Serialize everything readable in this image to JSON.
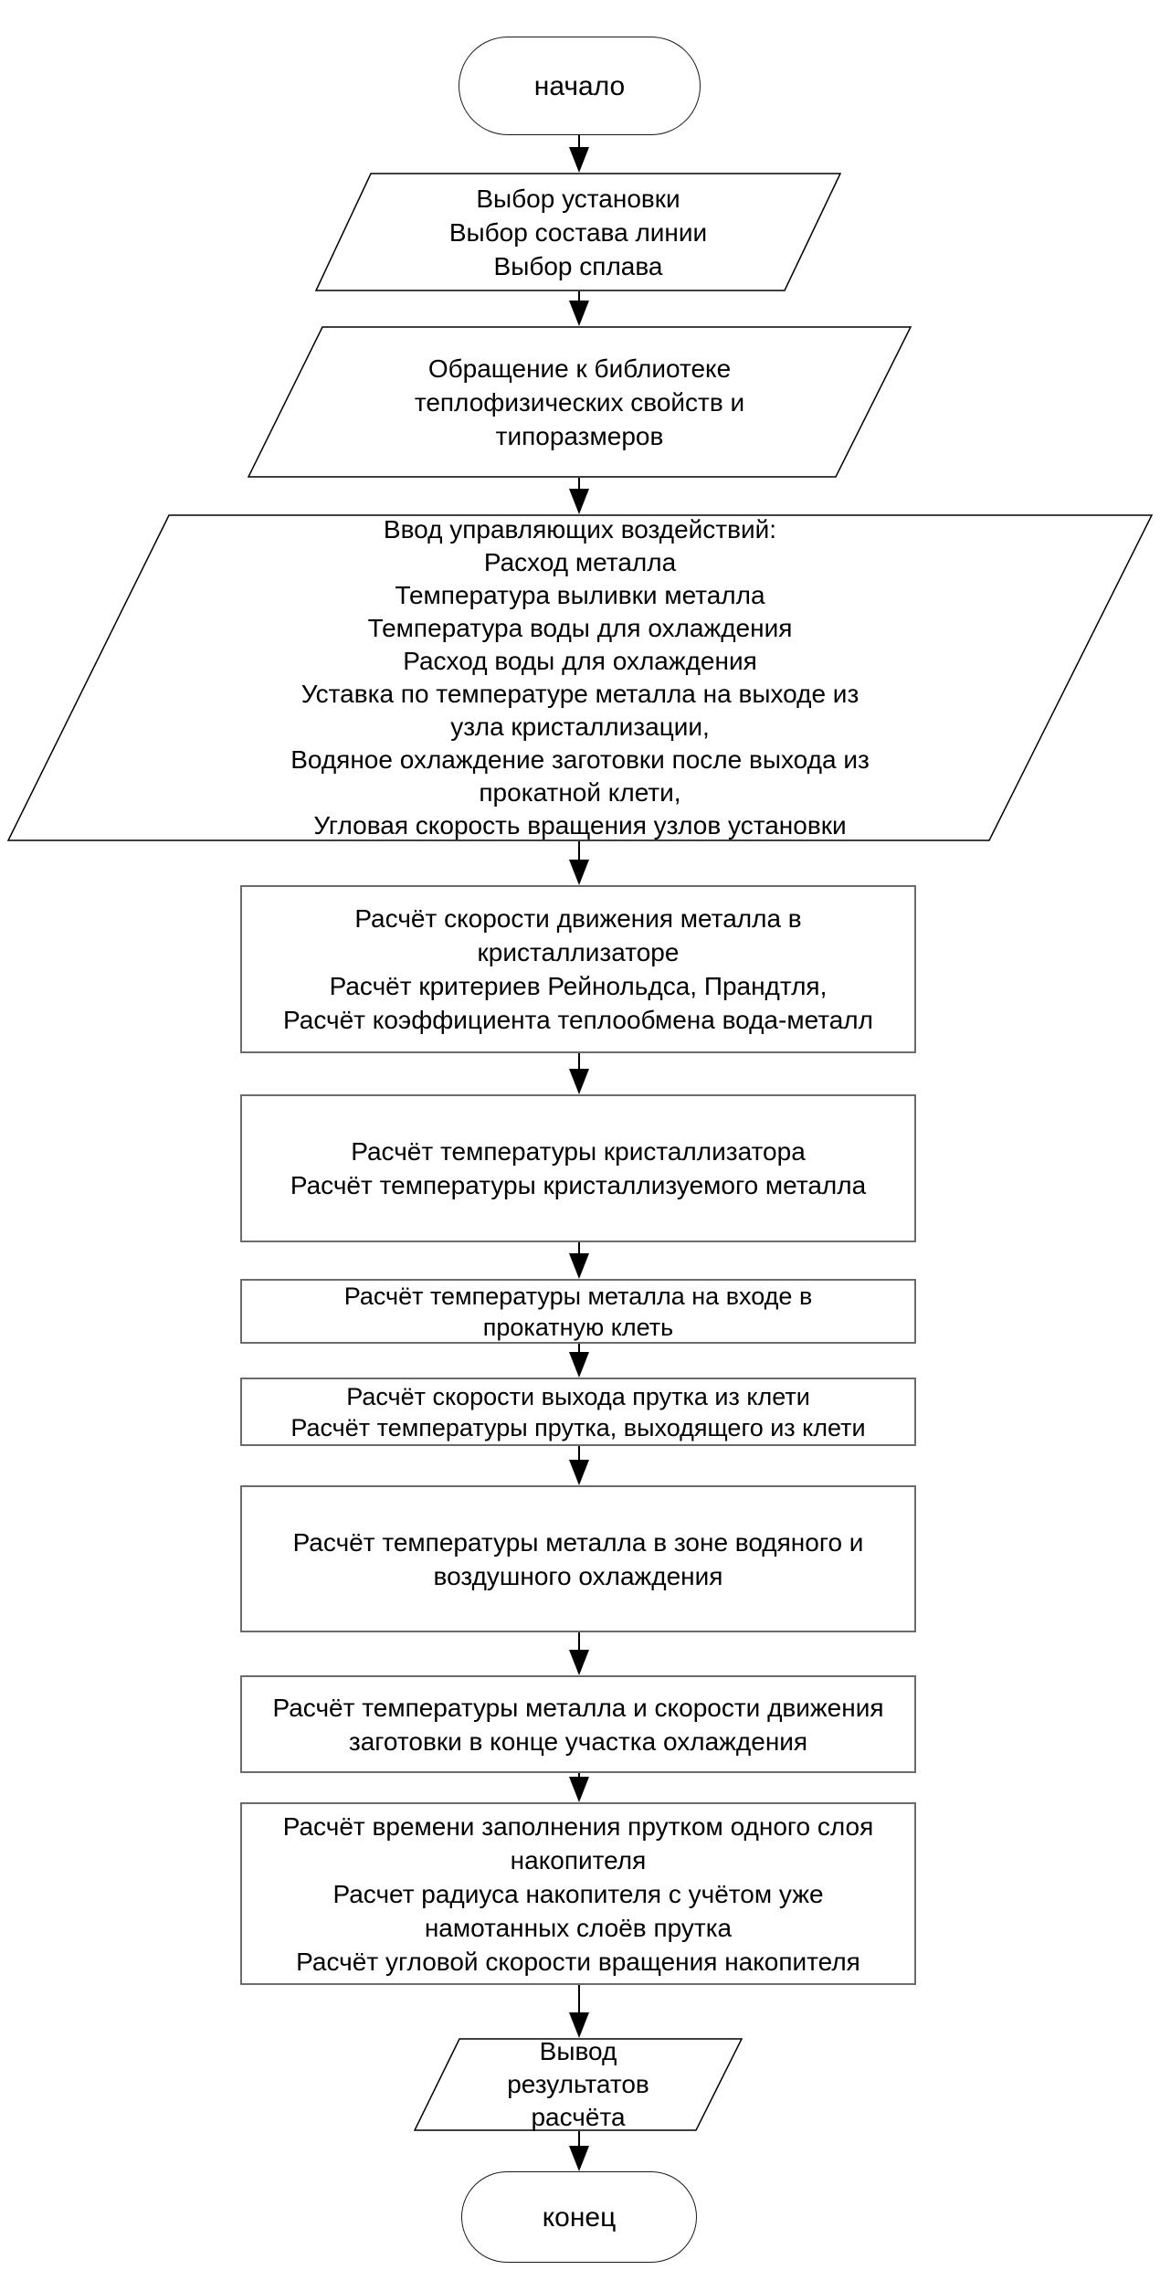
{
  "colors": {
    "background": "#ffffff",
    "stroke": "#000000",
    "process_border": "#6b6b6b",
    "text": "#000000"
  },
  "nodes": {
    "start": {
      "type": "terminator",
      "label": "начало"
    },
    "select": {
      "type": "io",
      "lines": [
        "Выбор установки",
        "Выбор состава линии",
        "Выбор сплава"
      ]
    },
    "library": {
      "type": "io",
      "lines": [
        "Обращение к библиотеке",
        "теплофизических свойств и",
        "типоразмеров"
      ]
    },
    "inputs": {
      "type": "io",
      "lines": [
        "Ввод управляющих воздействий:",
        "Расход металла",
        "Температура выливки металла",
        "Температура воды для охлаждения",
        "Расход воды для охлаждения",
        "Уставка по температуре металла на выходе из",
        "узла кристаллизации,",
        "Водяное охлаждение заготовки после выхода из",
        "прокатной клети,",
        "Угловая скорость вращения узлов установки"
      ]
    },
    "p1": {
      "type": "process",
      "lines": [
        "Расчёт скорости движения металла в",
        "кристаллизаторе",
        "Расчёт критериев Рейнольдса, Прандтля,",
        "Расчёт коэффициента теплообмена вода-металл"
      ]
    },
    "p2": {
      "type": "process",
      "lines": [
        "Расчёт температуры кристаллизатора",
        "Расчёт температуры кристаллизуемого металла"
      ]
    },
    "p3": {
      "type": "process",
      "lines": [
        "Расчёт температуры металла на входе в",
        "прокатную клеть"
      ]
    },
    "p4": {
      "type": "process",
      "lines": [
        "Расчёт скорости выхода прутка из клети",
        "Расчёт температуры прутка, выходящего из клети"
      ]
    },
    "p5": {
      "type": "process",
      "lines": [
        "Расчёт температуры металла в зоне водяного и",
        "воздушного охлаждения"
      ]
    },
    "p6": {
      "type": "process",
      "lines": [
        "Расчёт температуры металла и скорости движения",
        "заготовки в конце участка охлаждения"
      ]
    },
    "p7": {
      "type": "process",
      "lines": [
        "Расчёт времени заполнения прутком одного слоя",
        "накопителя",
        "Расчет радиуса накопителя с учётом уже",
        "намотанных слоёв прутка",
        "Расчёт угловой скорости вращения накопителя"
      ]
    },
    "output": {
      "type": "io",
      "lines": [
        "Вывод",
        "результатов",
        "расчёта"
      ]
    },
    "end": {
      "type": "terminator",
      "label": "конец"
    }
  }
}
